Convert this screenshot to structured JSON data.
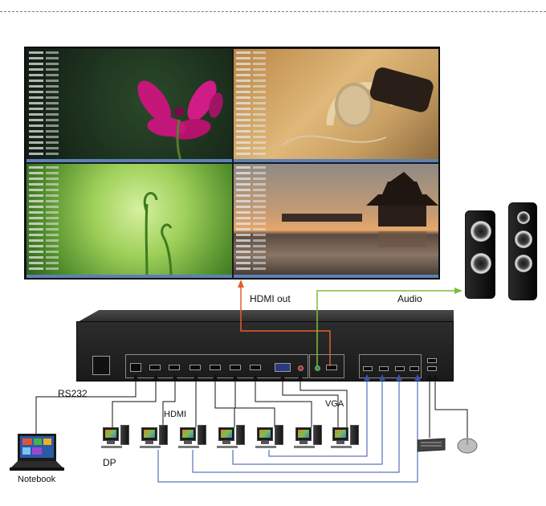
{
  "labels": {
    "hdmi_out": "HDMI out",
    "audio": "Audio",
    "rs232": "RS232",
    "hdmi": "HDMI",
    "vga": "VGA",
    "dp": "DP",
    "notebook": "Notebook"
  },
  "colors": {
    "hdmi_out_line": "#e0602a",
    "audio_line": "#7cbf3a",
    "usb_line": "#3454a8",
    "signal_line": "#111111"
  },
  "icons": {
    "display": "video-wall-monitor-icon",
    "processor": "multiviewer-device-icon",
    "speakers": "speaker-icon",
    "pc": "desktop-pc-icon",
    "notebook": "laptop-icon",
    "keyboard": "keyboard-icon",
    "mouse": "mouse-icon"
  }
}
